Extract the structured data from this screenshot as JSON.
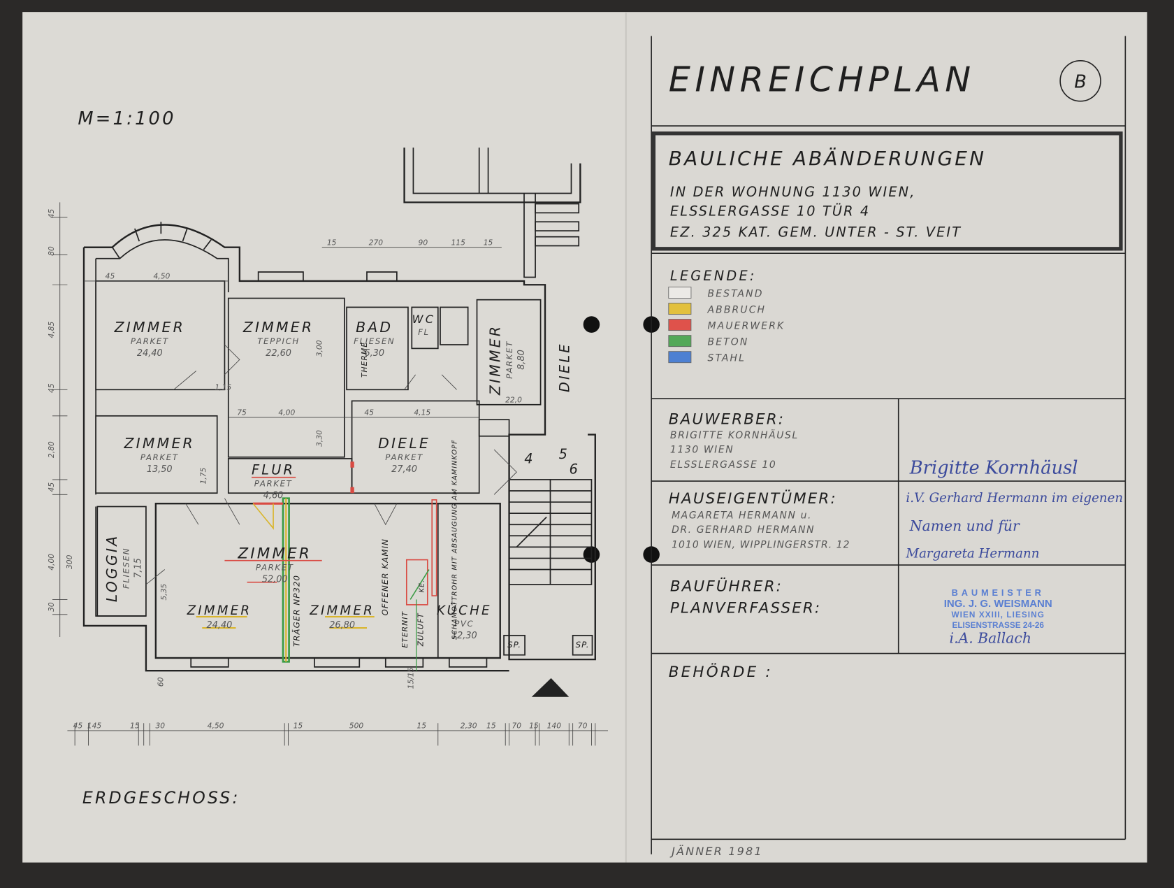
{
  "plan": {
    "scale": "M=1:100",
    "floor_label": "ERDGESCHOSS:",
    "rooms": [
      {
        "title": "ZIMMER",
        "floor": "PARKET",
        "area": "24,40"
      },
      {
        "title": "ZIMMER",
        "floor": "TEPPICH",
        "area": "22,60"
      },
      {
        "title": "BAD",
        "floor": "FLIESEN",
        "area": "6,30"
      },
      {
        "title": "WC",
        "floor": "FL"
      },
      {
        "title": "ZIMMER",
        "floor": "PARKET",
        "area": "8,80"
      },
      {
        "title": "DIELE"
      },
      {
        "title": "ZIMMER",
        "floor": "PARKET",
        "area": "13,50"
      },
      {
        "title": "FLUR",
        "floor": "PARKET",
        "area": "4,60"
      },
      {
        "title": "DIELE",
        "floor": "PARKET",
        "area": "27,40"
      },
      {
        "title": "ZIMMER",
        "floor": "PARKET",
        "area": "52,00"
      },
      {
        "title": "ZIMMER",
        "area": "24,40"
      },
      {
        "title": "ZIMMER",
        "area": "26,80"
      },
      {
        "title": "KÜCHE",
        "floor": "PVC",
        "area": "12,30"
      },
      {
        "title": "LOGGIA",
        "floor": "FLIESEN",
        "area": "7,15"
      }
    ],
    "annotations": {
      "therme": "THERME",
      "traeger": "TRÄGER NP320",
      "kamin": "OFFENER KAMIN",
      "schamott": "SCHAMOTTROHR MIT ABSAUGUNG AM KAMINKOPF",
      "eternit": "ETERNIT",
      "zuluft": "ZULUFT",
      "ke": "KE.",
      "sp1": "SP.",
      "sp2": "SP."
    },
    "stair_numbers": [
      "4",
      "5",
      "6"
    ],
    "dimensions": {
      "top": [
        "15",
        "270",
        "90",
        "115",
        "15"
      ],
      "room_top": [
        "45",
        "4,50"
      ],
      "middle": [
        "75",
        "4,00",
        "45",
        "4,15"
      ],
      "left": [
        "45",
        "80",
        "4,85",
        "45",
        "2,80",
        "45",
        "4,00",
        "300",
        "30"
      ],
      "bottom": [
        "45",
        "145",
        "15",
        "30",
        "4,50",
        "15",
        "500",
        "15",
        "2,30",
        "15",
        "70",
        "15",
        "140",
        "70"
      ],
      "inner": [
        "3,00",
        "3,30",
        "1,75",
        "1,15",
        "5,35",
        "22,0",
        "60",
        "15/15"
      ]
    }
  },
  "title_block": {
    "title": "EINREICHPLAN",
    "sheet": "B",
    "project": {
      "heading": "BAULICHE ABÄNDERUNGEN",
      "line1": "IN DER WOHNUNG  1130 WIEN,",
      "line2": "ELSSLERGASSE 10  TÜR 4",
      "line3": "EZ. 325    KAT. GEM. UNTER - ST. VEIT"
    },
    "legend": {
      "heading": "LEGENDE:",
      "items": [
        {
          "label": "BESTAND",
          "color": "#eceae6"
        },
        {
          "label": "ABBRUCH",
          "color": "#e2c03c"
        },
        {
          "label": "MAUERWERK",
          "color": "#df524b"
        },
        {
          "label": "BETON",
          "color": "#52a857"
        },
        {
          "label": "STAHL",
          "color": "#4d80d2"
        }
      ]
    },
    "bauwerber": {
      "label": "BAUWERBER:",
      "name": "BRIGITTE KORNHÄUSL",
      "city": "1130 WIEN",
      "street": "ELSSLERGASSE 10",
      "signature": "Brigitte Kornhäusl"
    },
    "hauseigentuemer": {
      "label": "HAUSEIGENTÜMER:",
      "line1": "MAGARETA HERMANN u.",
      "line2": "DR. GERHARD HERMANN",
      "line3": "1010 WIEN, WIPPLINGERSTR. 12",
      "signature1": "i.V. Gerhard Hermann im eigenen",
      "signature2": "Namen und für",
      "signature3": "Margareta Hermann"
    },
    "baufuehrer": {
      "label1": "BAUFÜHRER:",
      "label2": "PLANVERFASSER:",
      "stamp1": "BAUMEISTER",
      "stamp2": "ING. J. G. WEISMANN",
      "stamp3": "WIEN XXIII, LIESING",
      "stamp4": "ELISENSTRASSE 24-26",
      "signature": "i.A. Ballach"
    },
    "behoerde": {
      "label": "BEHÖRDE :"
    },
    "date": "JÄNNER 1981"
  }
}
